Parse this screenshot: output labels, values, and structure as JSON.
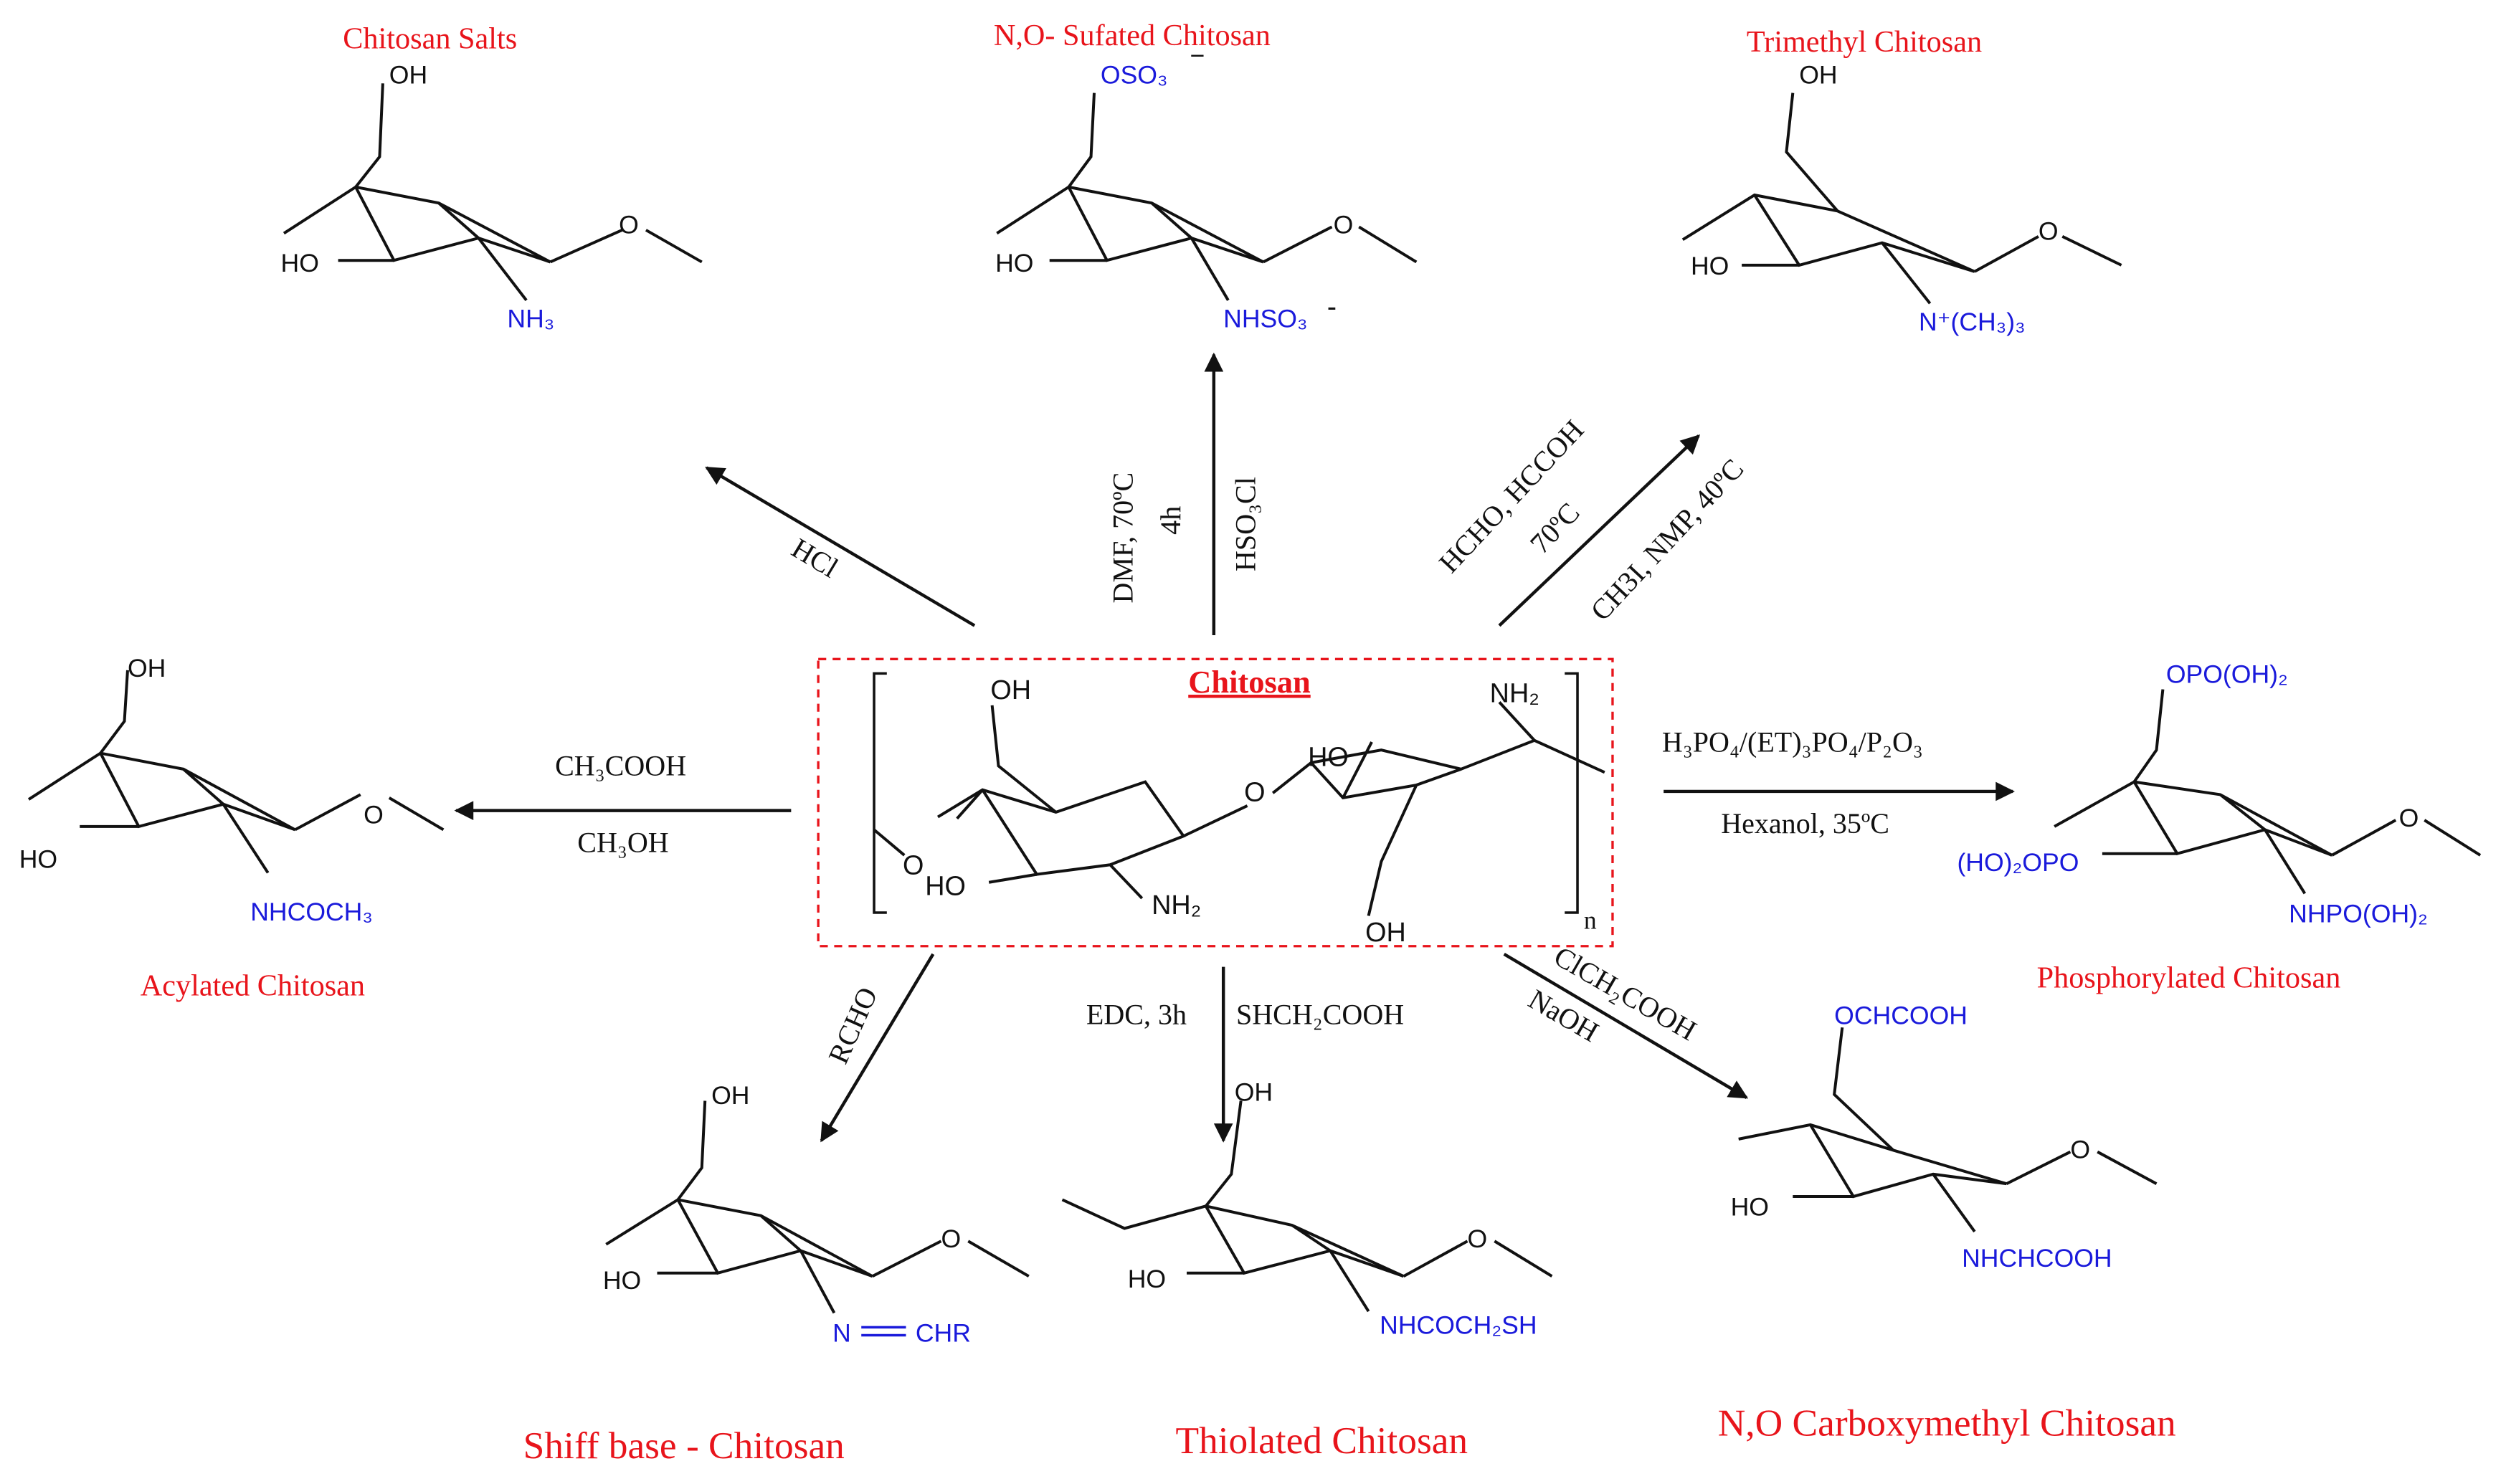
{
  "colors": {
    "title": "#e8141b",
    "substituent": "#1a1adb",
    "bond": "#111111",
    "frame": "#e8141b"
  },
  "center": {
    "title": "Chitosan",
    "atoms": {
      "OH_top": "OH",
      "NH2_top": "NH₂",
      "HO_right": "HO",
      "O_link": "O",
      "O_left": "O",
      "HO_left": "HO",
      "NH2_bottom": "NH₂",
      "OH_bottom": "OH",
      "n": "n"
    }
  },
  "products": {
    "salts": {
      "title": "Chitosan Salts",
      "oh": "OH",
      "ho": "HO",
      "group": "NH₃"
    },
    "sulfated": {
      "title": "N,O- Sufated Chitosan",
      "top": "OSO₃",
      "top_charge": "−",
      "ho": "HO",
      "group": "NHSO₃",
      "group_charge": "-"
    },
    "trimethyl": {
      "title": "Trimethyl Chitosan",
      "oh": "OH",
      "ho": "HO",
      "group": "N⁺(CH₃)₃"
    },
    "acylated": {
      "title": "Acylated Chitosan",
      "oh": "OH",
      "ho": "HO",
      "group": "NHCOCH₃"
    },
    "phosphorylated": {
      "title": "Phosphorylated Chitosan",
      "top": "OPO(OH)₂",
      "ho": "(HO)₂OPO",
      "group": "NHPO(OH)₂"
    },
    "shiff": {
      "title": "Shiff base - Chitosan",
      "oh": "OH",
      "ho": "HO",
      "n": "N",
      "chr": "CHR"
    },
    "thiolated": {
      "title": "Thiolated Chitosan",
      "oh": "OH",
      "ho": "HO",
      "group": "NHCOCH₂SH"
    },
    "carboxymethyl": {
      "title": "N,O Carboxymethyl Chitosan",
      "top": "OCHCOOH",
      "ho": "HO",
      "group": "NHCHCOOH"
    }
  },
  "reagents": {
    "hcl": "HCl",
    "dmf": "DMF, 70ºC",
    "h4": "4h",
    "hso3cl": "HSO₃Cl",
    "hcho": "HCHO, HCCOH",
    "t70": "70ºC",
    "ch3i": "CH3I, NMP, 40ºC",
    "ch3cooh": "CH₃COOH",
    "ch3oh": "CH₃OH",
    "h3po4": "H₃PO₄/(ET)₃PO₄/P₂O₃",
    "hexanol": "Hexanol, 35ºC",
    "rcho": "RCHO",
    "edc": "EDC, 3h",
    "shch2": "SHCH₂COOH",
    "clch2": "ClCH₂COOH",
    "naoh": "NaOH"
  }
}
